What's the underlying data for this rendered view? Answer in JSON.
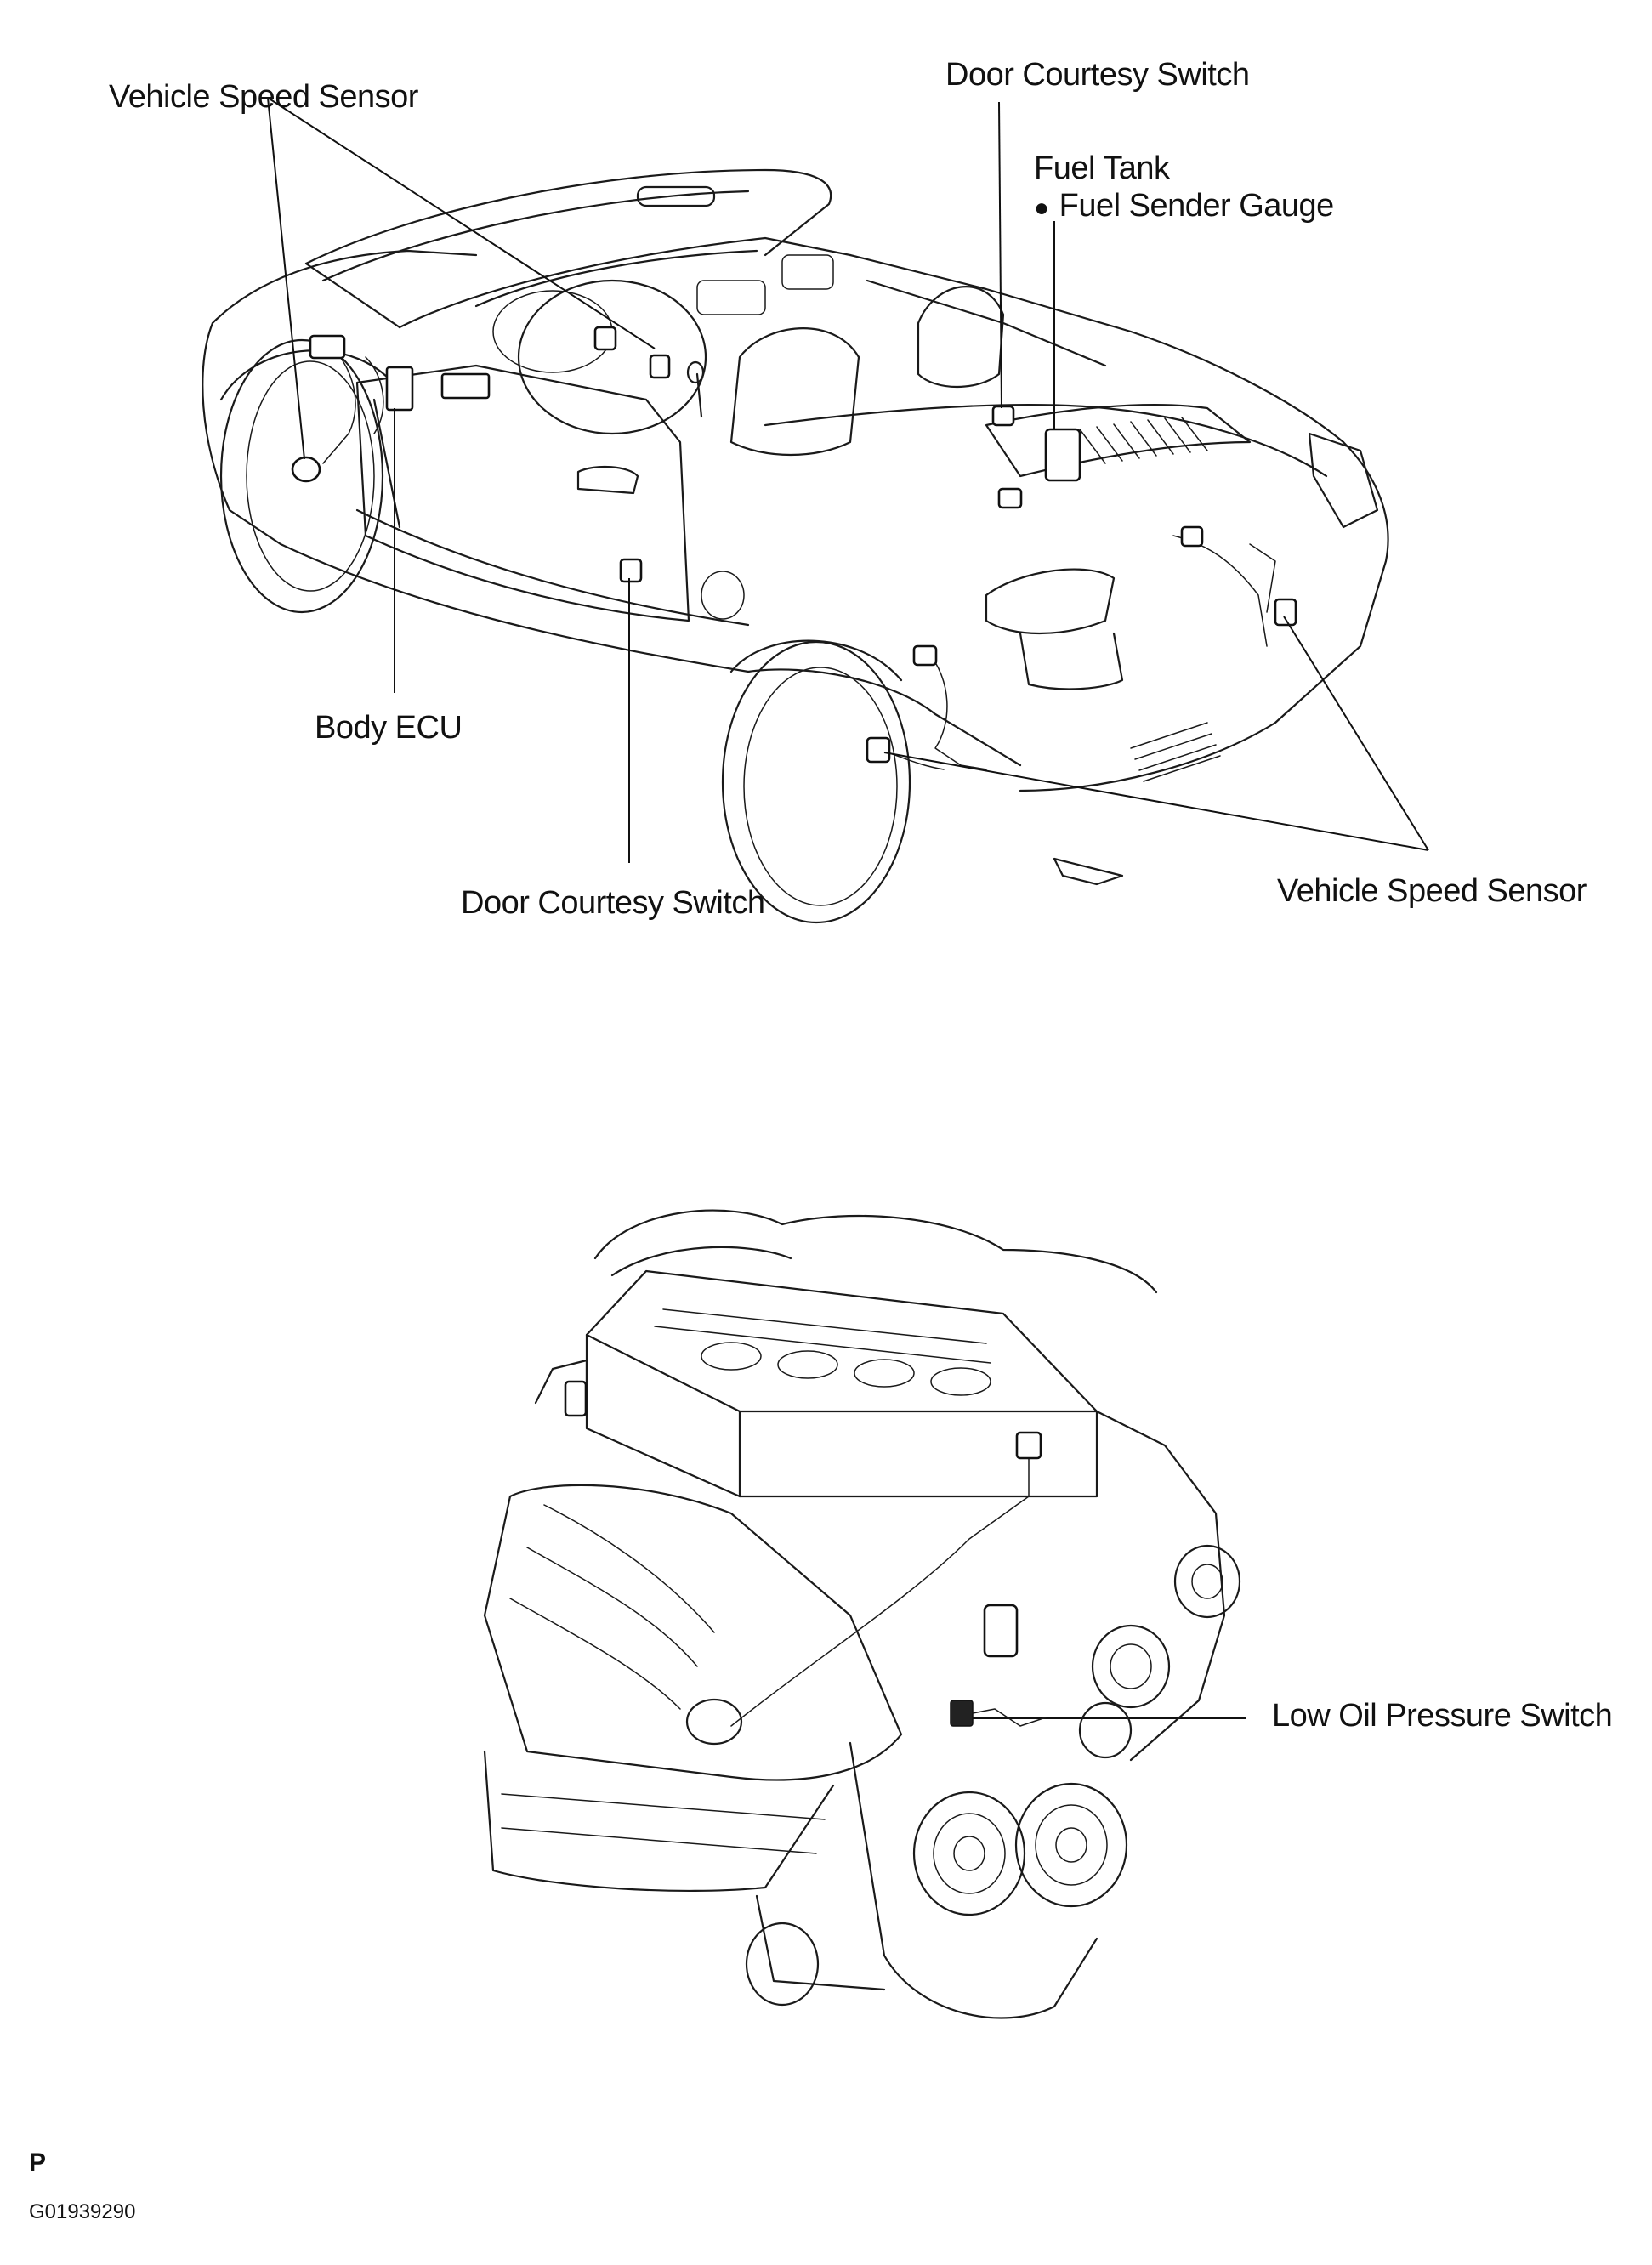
{
  "labels": {
    "vss_front": "Vehicle Speed Sensor",
    "door_switch_rear": "Door Courtesy Switch",
    "fuel_tank": "Fuel Tank",
    "fuel_sender": "Fuel Sender Gauge",
    "body_ecu": "Body ECU",
    "door_switch_front": "Door Courtesy Switch",
    "vss_rear": "Vehicle Speed Sensor",
    "low_oil": "Low Oil Pressure Switch"
  },
  "footer": {
    "page_letter": "P",
    "figure_code": "G01939290"
  }
}
